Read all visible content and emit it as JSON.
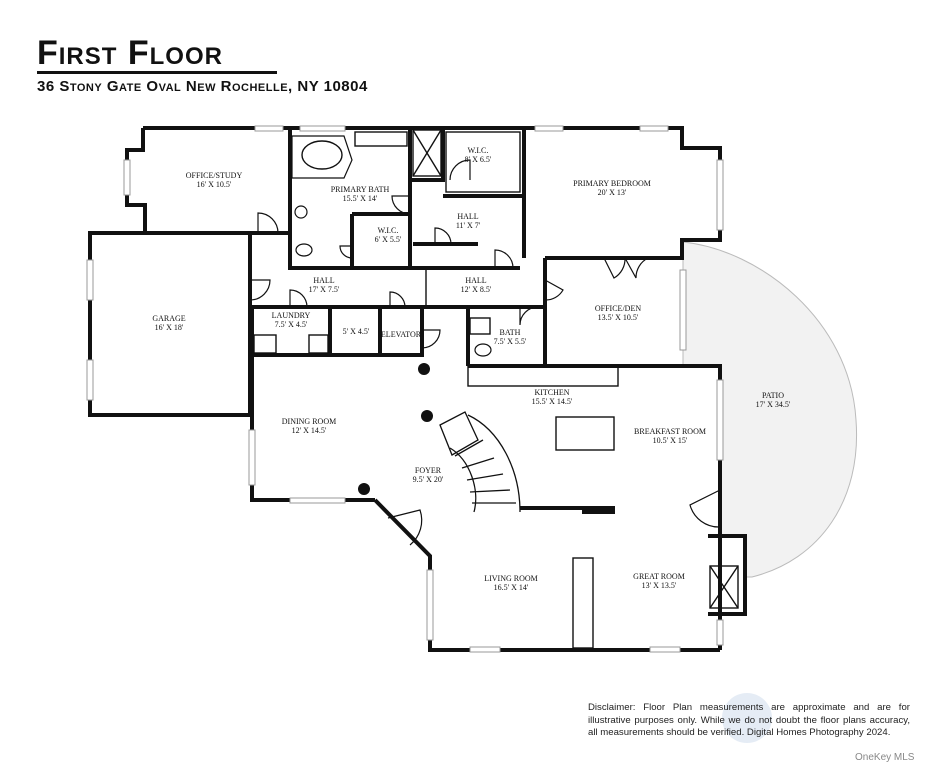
{
  "header": {
    "title": "First Floor",
    "address": "36 Stony Gate Oval New Rochelle, NY 10804"
  },
  "rooms": [
    {
      "id": "office-study",
      "name": "OFFICE/STUDY",
      "dims": "16' X 10.5'"
    },
    {
      "id": "primary-bath",
      "name": "PRIMARY BATH",
      "dims": "15.5' X 14'"
    },
    {
      "id": "wic-upper",
      "name": "W.I.C.",
      "dims": "8' X 6.5'"
    },
    {
      "id": "primary-bedroom",
      "name": "PRIMARY BEDROOM",
      "dims": "20' X 13'"
    },
    {
      "id": "hall-upper",
      "name": "HALL",
      "dims": "11' X 7'"
    },
    {
      "id": "wic-lower",
      "name": "W.I.C.",
      "dims": "6' X 5.5'"
    },
    {
      "id": "hall-left",
      "name": "HALL",
      "dims": "17' X 7.5'"
    },
    {
      "id": "hall-center",
      "name": "HALL",
      "dims": "12' X 8.5'"
    },
    {
      "id": "garage",
      "name": "GARAGE",
      "dims": "16' X 18'"
    },
    {
      "id": "laundry",
      "name": "LAUNDRY",
      "dims": "7.5' X 4.5'"
    },
    {
      "id": "closet",
      "name": "",
      "dims": "5' X 4.5'"
    },
    {
      "id": "elevator",
      "name": "ELEVATOR",
      "dims": ""
    },
    {
      "id": "bath",
      "name": "BATH",
      "dims": "7.5' X 5.5'"
    },
    {
      "id": "office-den",
      "name": "OFFICE/DEN",
      "dims": "13.5' X 10.5'"
    },
    {
      "id": "patio",
      "name": "PATIO",
      "dims": "17' X 34.5'"
    },
    {
      "id": "kitchen",
      "name": "KITCHEN",
      "dims": "15.5' X 14.5'"
    },
    {
      "id": "dining-room",
      "name": "DINING ROOM",
      "dims": "12' X 14.5'"
    },
    {
      "id": "breakfast-room",
      "name": "BREAKFAST ROOM",
      "dims": "10.5' X 15'"
    },
    {
      "id": "foyer",
      "name": "FOYER",
      "dims": "9.5' X 20'"
    },
    {
      "id": "living-room",
      "name": "LIVING ROOM",
      "dims": "16.5' X 14'"
    },
    {
      "id": "great-room",
      "name": "GREAT ROOM",
      "dims": "13' X 13.5'"
    }
  ],
  "disclaimer": "Disclaimer: Floor Plan measurements are approximate and are for illustrative purposes only. While we do not doubt the floor plans accuracy, all measurements should be verified. Digital Homes Photography 2024.",
  "watermark": "OneKey MLS",
  "colors": {
    "wall": "#111111",
    "patio": "#f2f2f2",
    "window": "#ffffff",
    "text": "#111111"
  }
}
